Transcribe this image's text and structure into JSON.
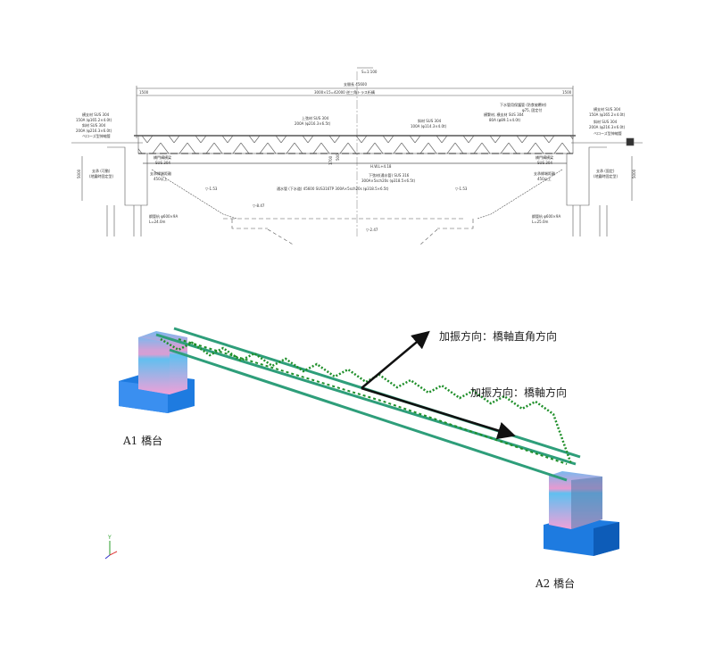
{
  "drawing": {
    "scale": "S=1:100",
    "span_length": "支間長 45600",
    "panel_layout": "3000×15=42000  逆三角トラス桁構",
    "end_left": "1500",
    "end_right": "1500",
    "left_callouts": [
      "横支材 SUS 304",
      "150A (φ165.2×4.0t)",
      "斜材 SUS 304",
      "200A (φ216.3×6.0t)",
      "ベローズ型伸縮管"
    ],
    "top_chord": [
      "上弦材 SUS 304",
      "200A (φ216.3×6.5t)"
    ],
    "diagonal": [
      "斜材 SUS 304",
      "100A (φ114.3×4.0t)"
    ],
    "lateral": [
      "横繋材, 横支材 SUS 304",
      "80A (φ89.1×4.0t)"
    ],
    "water_pipe": [
      "下水管用保護管 (防食被覆材)",
      "φ75, 固定付"
    ],
    "right_callouts": [
      "横支材 SUS 304",
      "150A (φ165.2×4.0t)",
      "斜材 SUS 304",
      "200A (φ216.3×6.0t)",
      "ベローズ型伸縮管"
    ],
    "bottom_chord": [
      "下弦材(通水管) SUS 316",
      "300A×5sch20s (φ318.5×6.5t)"
    ],
    "main_pipe": "通水管 (下水道) 45600  SUS316TP  300A×5sch20s (φ318.5×6.5t)",
    "levels": [
      "▽-1.53",
      "▽-1.53",
      "▽-8.47",
      "▽-2.47",
      "H.W.L+4.18"
    ],
    "left_support": [
      "支承 (可動)",
      "(地震時固定型)"
    ],
    "right_support": [
      "支承 (固定)",
      "(地震時固定型)"
    ],
    "portal_left": [
      "橋門構横梁",
      "SUS 304"
    ],
    "portal_right": [
      "橋門構横梁",
      "SUS 304"
    ],
    "seat_left": [
      "支承縁端距離",
      "450以上"
    ],
    "seat_right": [
      "支承縁端距離",
      "450以上"
    ],
    "pile_left": [
      "鋼管杭 φ600×9A",
      "L=24.0m"
    ],
    "pile_right": [
      "鋼管杭 φ600×9A",
      "L=25.0m"
    ],
    "heights": [
      "5000",
      "5000",
      "1700",
      "500"
    ]
  },
  "model": {
    "direction_transverse": "加振方向：橋軸直角方向",
    "direction_longitudinal": "加振方向：橋軸方向",
    "abutment_a1": "A1 橋台",
    "abutment_a2": "A2 橋台",
    "axis_y": "Y",
    "colors": {
      "truss": "#2e9e7a",
      "node": "#1f8f2a",
      "footing": "#1e7be0",
      "wall_top": "#e890c8",
      "wall_mid": "#60c0f0"
    }
  }
}
